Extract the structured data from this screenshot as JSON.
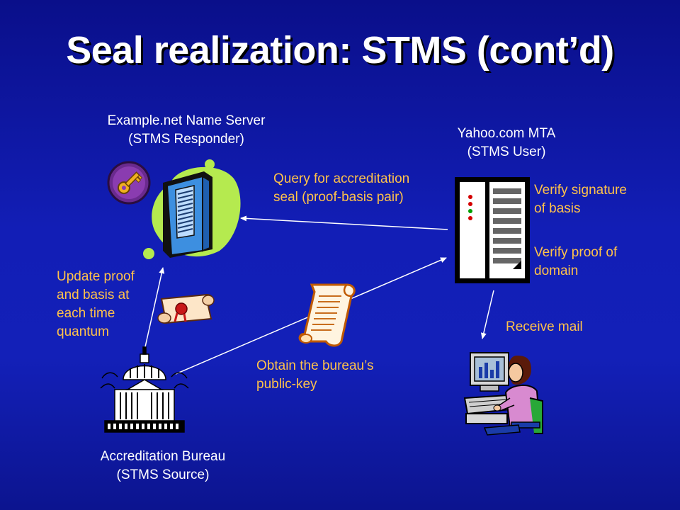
{
  "slide": {
    "title": "Seal realization: STMS (cont’d)"
  },
  "nodes": {
    "name_server": {
      "line1": "Example.net Name Server",
      "line2": "(STMS Responder)"
    },
    "mta": {
      "line1": "Yahoo.com MTA",
      "line2": "(STMS User)"
    },
    "bureau": {
      "line1": "Accreditation Bureau",
      "line2": "(STMS Source)"
    }
  },
  "annotations": {
    "query": {
      "line1": "Query for accreditation",
      "line2": "seal (proof-basis pair)"
    },
    "verify_signature": {
      "line1": "Verify signature",
      "line2": "of basis"
    },
    "verify_proof": {
      "line1": "Verify proof of",
      "line2": "domain"
    },
    "update": {
      "line1": "Update proof",
      "line2": "and basis at",
      "line3": "each time",
      "line4": "quantum"
    },
    "receive": "Receive mail",
    "obtain": {
      "line1": "Obtain the bureau’s",
      "line2": "public-key"
    }
  },
  "icons": [
    "key-icon",
    "server-icon",
    "mta-server-icon",
    "seal-scroll-icon",
    "certificate-scroll-icon",
    "capitol-building-icon",
    "user-at-computer-icon"
  ],
  "colors": {
    "background": "#1320b8",
    "title_text": "#ffffff",
    "node_label_text": "#ffffff",
    "annotation_text": "#ffc24a",
    "server_blob": "#b5ea4f",
    "server_body": "#3d8fe0"
  }
}
